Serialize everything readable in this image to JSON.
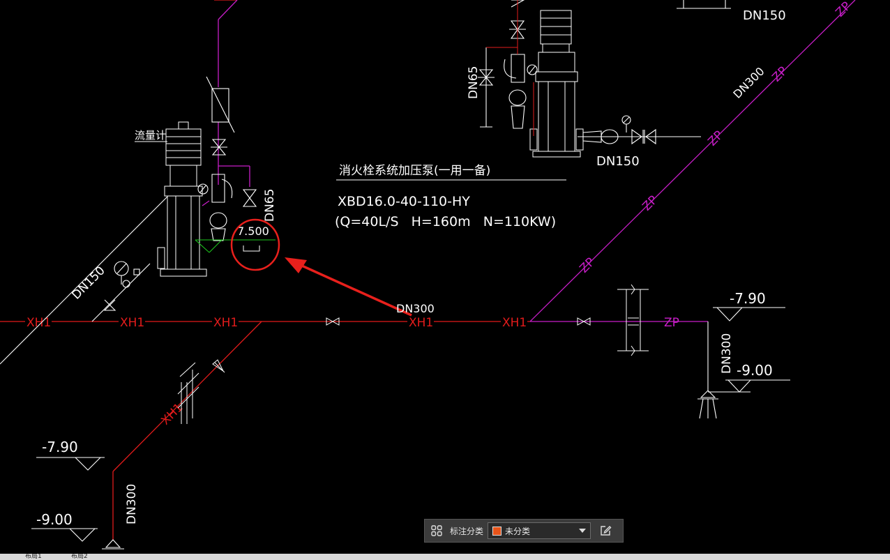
{
  "drawing": {
    "title": "消火栓系统加压泵(一用一备)",
    "model": "XBD16.0-40-110-HY",
    "params": "(Q=40L/S   H=160m   N=110KW)",
    "flowmeter_label": "流量计",
    "pipe_labels": {
      "xh1": "XH1",
      "zp": "ZP",
      "dn300": "DN300",
      "dn150": "DN150",
      "dn65": "DN65"
    },
    "elevations": {
      "e_7_90": "-7.90",
      "e_9_00": "-9.00",
      "e_partial": "7.500"
    },
    "colors": {
      "xh_pipe": "#e21b1b",
      "zp_pipe": "#c81ec8",
      "white": "#ffffff",
      "highlight": "#e8201c",
      "leader": "#1ec81e"
    }
  },
  "toolbar": {
    "label": "标注分类",
    "selected_value": "未分类",
    "swatch_color": "#e8541a"
  },
  "tabs": [
    "布局1",
    "布局2"
  ]
}
